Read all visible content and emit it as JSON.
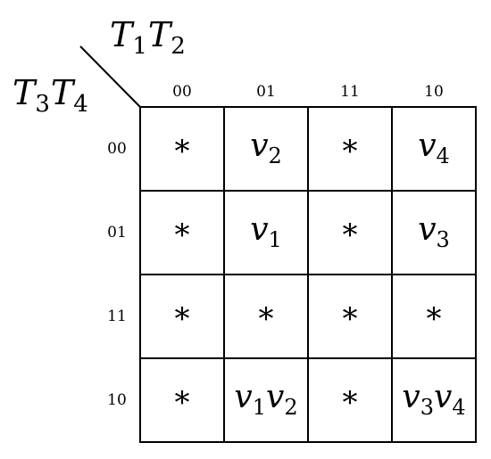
{
  "corner_labels": {
    "columns": {
      "v1": "T",
      "s1": "1",
      "v2": "T",
      "s2": "2"
    },
    "rows": {
      "v1": "T",
      "s1": "3",
      "v2": "T",
      "s2": "4"
    }
  },
  "col_headers": [
    "00",
    "01",
    "11",
    "10"
  ],
  "row_headers": [
    "00",
    "01",
    "11",
    "10"
  ],
  "cells": [
    [
      {
        "kind": "star",
        "text": "*"
      },
      {
        "kind": "var",
        "parts": [
          {
            "v": "v",
            "s": "2"
          }
        ]
      },
      {
        "kind": "star",
        "text": "*"
      },
      {
        "kind": "var",
        "parts": [
          {
            "v": "v",
            "s": "4"
          }
        ]
      }
    ],
    [
      {
        "kind": "star",
        "text": "*"
      },
      {
        "kind": "var",
        "parts": [
          {
            "v": "v",
            "s": "1"
          }
        ]
      },
      {
        "kind": "star",
        "text": "*"
      },
      {
        "kind": "var",
        "parts": [
          {
            "v": "v",
            "s": "3"
          }
        ]
      }
    ],
    [
      {
        "kind": "star",
        "text": "*"
      },
      {
        "kind": "star",
        "text": "*"
      },
      {
        "kind": "star",
        "text": "*"
      },
      {
        "kind": "star",
        "text": "*"
      }
    ],
    [
      {
        "kind": "star",
        "text": "*"
      },
      {
        "kind": "var",
        "parts": [
          {
            "v": "v",
            "s": "1"
          },
          {
            "v": "v",
            "s": "2"
          }
        ]
      },
      {
        "kind": "star",
        "text": "*"
      },
      {
        "kind": "var",
        "parts": [
          {
            "v": "v",
            "s": "3"
          },
          {
            "v": "v",
            "s": "4"
          }
        ]
      }
    ]
  ]
}
